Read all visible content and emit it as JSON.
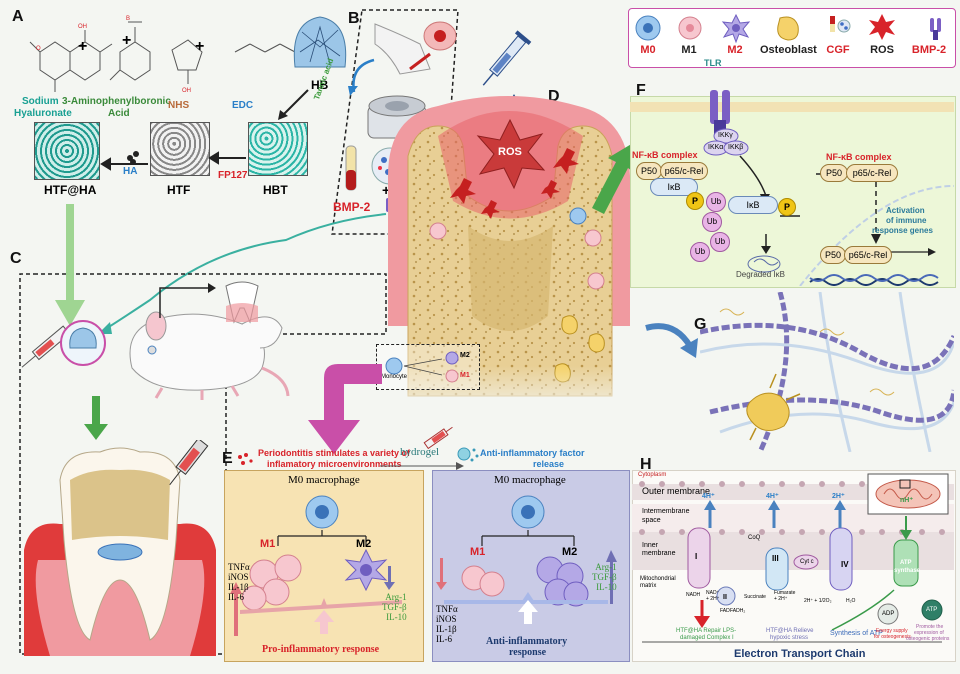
{
  "panels": {
    "A": "A",
    "B": "B",
    "C": "C",
    "D": "D",
    "E": "E",
    "F": "F",
    "G": "G",
    "H": "H"
  },
  "colors": {
    "teal": "#19a093",
    "green": "#4aa64a",
    "red": "#d8232a",
    "pink": "#c94fa8",
    "navy": "#1d3a6e",
    "yellow_panel": "#f7e3b3",
    "blue_panel": "#c9cbe6",
    "f_panel": "#edf7d8"
  },
  "legend": {
    "items": [
      {
        "label": "M0",
        "color": "#d8232a",
        "icon": "macrophage-m0-icon"
      },
      {
        "label": "M1",
        "color": "#222222",
        "icon": "macrophage-m1-icon"
      },
      {
        "label": "M2",
        "color": "#d8232a",
        "icon": "macrophage-m2-icon"
      },
      {
        "label": "Osteoblast",
        "color": "#222222",
        "icon": "osteoblast-icon"
      },
      {
        "label": "CGF",
        "color": "#d8232a",
        "icon": "cgf-icon"
      },
      {
        "label": "ROS",
        "color": "#222222",
        "icon": "ros-icon"
      },
      {
        "label": "BMP-2",
        "color": "#d8232a",
        "icon": "bmp2-icon"
      }
    ]
  },
  "panel_a": {
    "chem1": "Sodium",
    "chem1b": "Hyaluronate",
    "chem2": "3-Aminophenylboronic",
    "chem2b": "Acid",
    "chem3": "NHS",
    "chem4": "EDC",
    "hb": "HB",
    "tannic": "Tannic acid",
    "hbt": "HBT",
    "htf": "HTF",
    "htfha": "HTF@HA",
    "fp127": "FP127",
    "ha": "HA",
    "plus": "+"
  },
  "panel_b": {
    "bmp2": "BMP-2",
    "plus": "+"
  },
  "panel_d": {
    "ros": "ROS",
    "monocyte": "Monocyte",
    "m2": "M2",
    "m1": "M1"
  },
  "panel_e": {
    "title": "Periodontitis stimulates a variety of",
    "title2": "inflamatory microenvironments",
    "hydrogel": "hydrogel",
    "release": "Anti-inflammatory factor",
    "release2": "release",
    "m0_left": "M0 macrophage",
    "m0_right": "M0 macrophage",
    "m1": "M1",
    "m2": "M2",
    "pro_factors": [
      "TNFα",
      "iNOS",
      "IL-1β",
      "IL-6"
    ],
    "anti_factors": [
      "Arg-1",
      "TGF-β",
      "IL-10"
    ],
    "pro_response": "Pro-inflammatory response",
    "anti_response": "Anti-inflammatory",
    "anti_response2": "response"
  },
  "panel_f": {
    "tlr": "TLR",
    "ikky": "IKKγ",
    "ikka": "IKKα",
    "ikkb": "IKKβ",
    "nfkb_left": "NF-κB complex",
    "nfkb_right": "NF-κB complex",
    "p50": "P50",
    "p65": "p65/c-Rel",
    "ikb": "IκB",
    "p": "P",
    "ub": "Ub",
    "degraded": "Degraded IκB",
    "activation": "Activation",
    "activation2": "of immune",
    "activation3": "response genes"
  },
  "panel_h": {
    "cytoplasm": "Cytoplasm",
    "outer": "Outer membrane",
    "intermembrane": "Intermembrane",
    "intermembrane2": "space",
    "inner": "Inner",
    "inner2": "membrane",
    "matrix": "Mitochondrial",
    "matrix2": "matrix",
    "h4a": "4H⁺",
    "h4b": "4H⁺",
    "h2": "2H⁺",
    "nh": "nH⁺",
    "c1": "I",
    "c2": "II",
    "c3": "III",
    "c4": "IV",
    "coq": "CoQ",
    "cytc": "Cyt c",
    "nadh": "NADH",
    "nad": "NAD⁺",
    "nad2": "+ 2H⁺",
    "succinate": "Succinate",
    "fumarate": "Fumarate",
    "fumarate2": "+ 2H⁺",
    "fadh": "FADH₂",
    "fad": "FAD",
    "o2": "2H⁺ + 1/2O₂",
    "h2o": "H₂O",
    "synthase": "ATP",
    "synthase2": "synthase",
    "adp": "ADP",
    "atp": "ATP",
    "note1": "HTF@HA Repair LPS-",
    "note1b": "damaged Complex I",
    "note2": "HTF@HA Relieve",
    "note2b": "hypoxic stress",
    "note3": "Synthesis of ATP",
    "note4": "Energy supply",
    "note4b": "for osteogenesis",
    "note5": "Promote the",
    "note5b": "expression of",
    "note5c": "osteogenic proteins",
    "etc": "Electron Transport Chain"
  }
}
